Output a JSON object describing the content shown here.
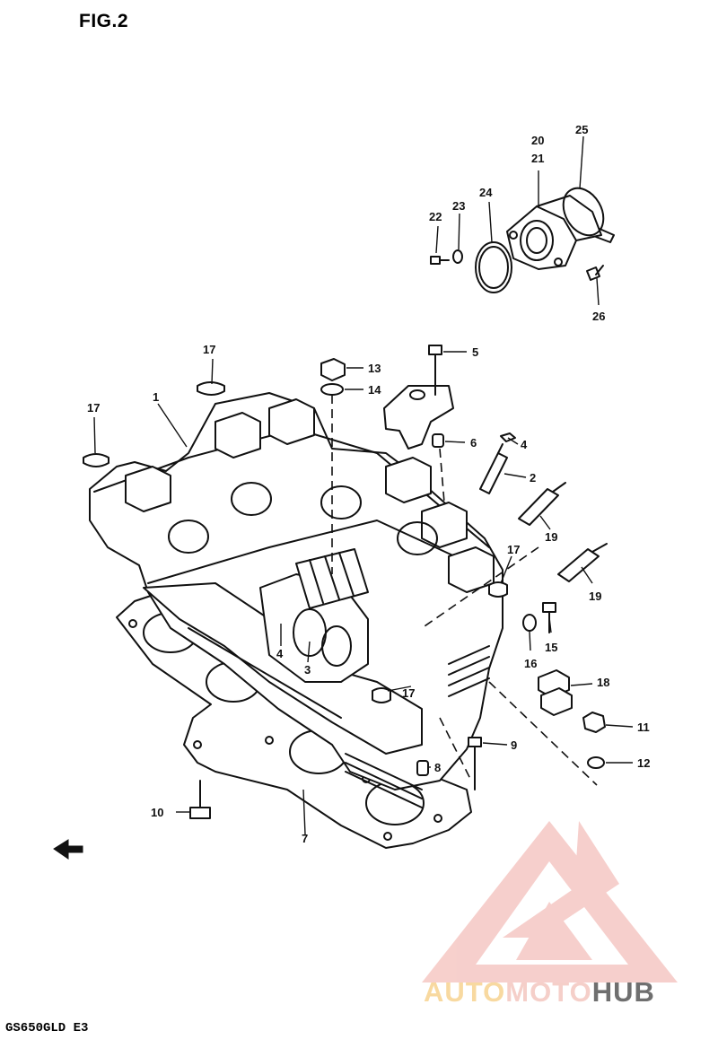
{
  "figure": {
    "title": "FIG.2",
    "model_code": "GS650GLD E3"
  },
  "callouts": [
    "1",
    "2",
    "3",
    "4",
    "4",
    "5",
    "6",
    "7",
    "8",
    "9",
    "10",
    "11",
    "12",
    "13",
    "14",
    "15",
    "16",
    "17",
    "17",
    "17",
    "17",
    "18",
    "19",
    "19",
    "20",
    "21",
    "22",
    "23",
    "24",
    "25",
    "26"
  ],
  "watermark": {
    "part1": "AUTO",
    "part2": "MOTO",
    "part3": "HUB",
    "colors": {
      "triangle": "#f0a9a3",
      "auto": "#f8d9a0",
      "moto": "#f5cfc9",
      "hub": "#6f6f6f"
    }
  }
}
